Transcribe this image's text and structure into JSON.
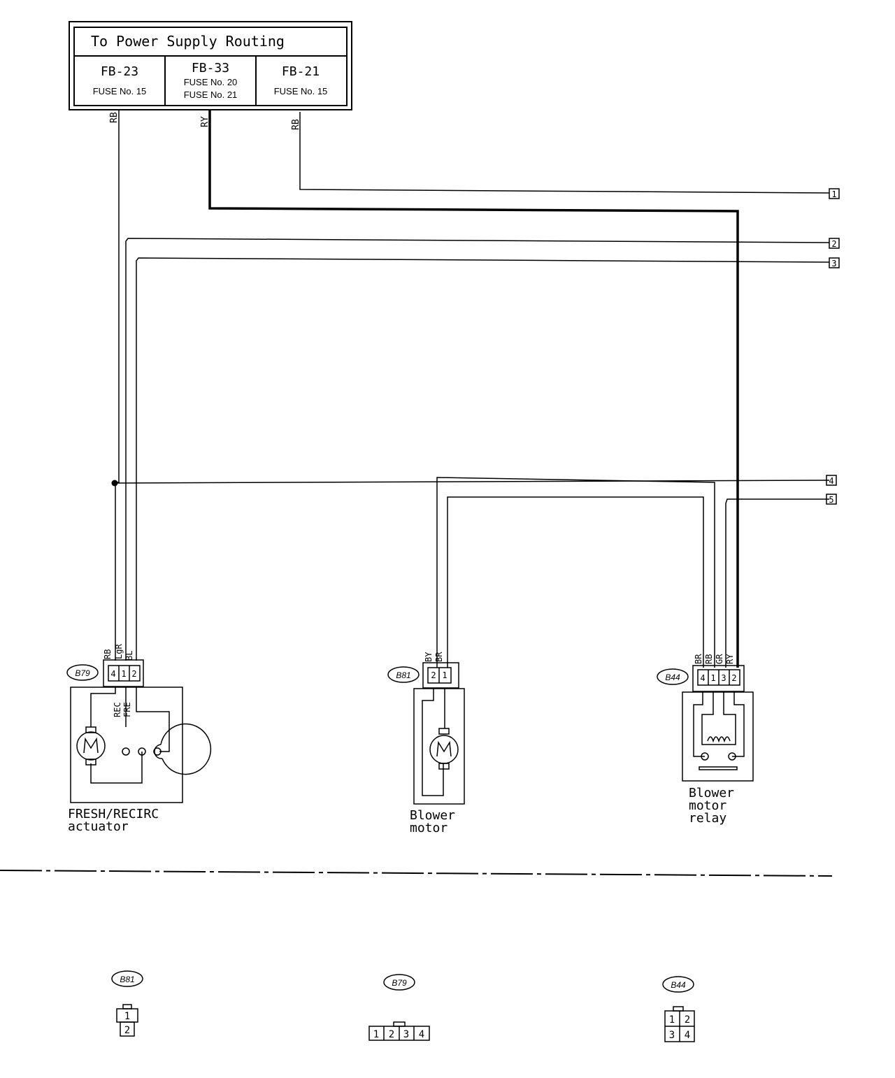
{
  "power_box": {
    "title": "To Power Supply Routing",
    "fuse_boxes": [
      {
        "id": "FB-23",
        "fuses": [
          "FUSE No. 15"
        ]
      },
      {
        "id": "FB-33",
        "fuses": [
          "FUSE No. 20",
          "FUSE No. 21"
        ]
      },
      {
        "id": "FB-21",
        "fuses": [
          "FUSE No. 15"
        ]
      }
    ]
  },
  "wire_colors": {
    "fb23": "RB",
    "fb33": "RY",
    "fb21": "RB"
  },
  "terminals": [
    "1",
    "2",
    "3",
    "4",
    "5"
  ],
  "components": {
    "actuator": {
      "connector": "B79",
      "pin_wires": [
        "RB",
        "LgR",
        "BL"
      ],
      "pins": [
        "4",
        "1",
        "2"
      ],
      "internal_labels": [
        "REC",
        "FRE"
      ],
      "label_line1": "FRESH/RECIRC",
      "label_line2": "actuator"
    },
    "blower": {
      "connector": "B81",
      "pin_wires": [
        "BY",
        "BR"
      ],
      "pins": [
        "2",
        "1"
      ],
      "label_line1": "Blower",
      "label_line2": "motor"
    },
    "relay": {
      "connector": "B44",
      "pin_wires": [
        "BR",
        "RB",
        "GR",
        "RY"
      ],
      "pins": [
        "4",
        "1",
        "3",
        "2"
      ],
      "label_line1": "Blower",
      "label_line2": "motor",
      "label_line3": "relay"
    }
  },
  "connector_views": [
    {
      "id": "B81",
      "pins": [
        "1",
        "2"
      ]
    },
    {
      "id": "B79",
      "pins": [
        "1",
        "2",
        "3",
        "4"
      ]
    },
    {
      "id": "B44",
      "pins": [
        "1",
        "2",
        "3",
        "4"
      ]
    }
  ]
}
